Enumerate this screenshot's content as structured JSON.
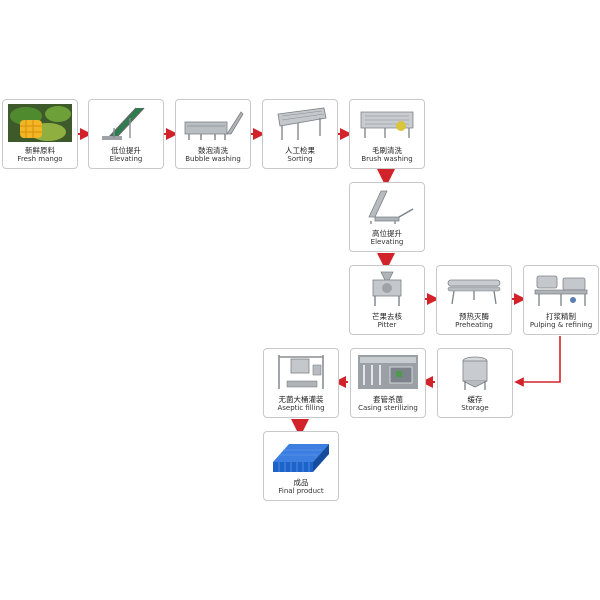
{
  "colors": {
    "arrow": "#d2232a",
    "box_border": "#c9c9c9",
    "machine": "#9ea3a8",
    "mango": "#f0b429",
    "leaf": "#2e6b2f",
    "blue_drum": "#1e63c9"
  },
  "steps": [
    {
      "id": "fresh-mango",
      "zh": "新鲜原料",
      "en": "Fresh mango",
      "icon": "mango-photo"
    },
    {
      "id": "elevating-low",
      "zh": "低位提升",
      "en": "Elevating",
      "icon": "conveyor-icon"
    },
    {
      "id": "bubble-washing",
      "zh": "鼓泡清洗",
      "en": "Bubble washing",
      "icon": "washer-icon"
    },
    {
      "id": "sorting",
      "zh": "人工检果",
      "en": "Sorting",
      "icon": "sorting-table-icon"
    },
    {
      "id": "brush-washing",
      "zh": "毛刷清洗",
      "en": "Brush washing",
      "icon": "brush-washer-icon"
    },
    {
      "id": "elevating-high",
      "zh": "高位提升",
      "en": "Elevating",
      "icon": "conveyor-icon"
    },
    {
      "id": "pitter",
      "zh": "芒果去核",
      "en": "Pitter",
      "icon": "pitter-icon"
    },
    {
      "id": "preheating",
      "zh": "预热灭酶",
      "en": "Preheating",
      "icon": "tube-heater-icon"
    },
    {
      "id": "pulping-refining",
      "zh": "打浆精制",
      "en": "Pulping & refining",
      "icon": "pulper-icon"
    },
    {
      "id": "storage",
      "zh": "缓存",
      "en": "Storage",
      "icon": "tank-icon"
    },
    {
      "id": "casing-sterilizing",
      "zh": "套管杀菌",
      "en": "Casing sterilizing",
      "icon": "sterilizer-icon"
    },
    {
      "id": "aseptic-filling",
      "zh": "无菌大桶灌装",
      "en": "Aseptic filling",
      "icon": "filler-icon"
    },
    {
      "id": "final-product",
      "zh": "成品",
      "en": "Final product",
      "icon": "blue-drums-icon"
    }
  ],
  "flow": [
    [
      "fresh-mango",
      "elevating-low"
    ],
    [
      "elevating-low",
      "bubble-washing"
    ],
    [
      "bubble-washing",
      "sorting"
    ],
    [
      "sorting",
      "brush-washing"
    ],
    [
      "brush-washing",
      "elevating-high"
    ],
    [
      "elevating-high",
      "pitter"
    ],
    [
      "pitter",
      "preheating"
    ],
    [
      "preheating",
      "pulping-refining"
    ],
    [
      "pulping-refining",
      "storage"
    ],
    [
      "storage",
      "casing-sterilizing"
    ],
    [
      "casing-sterilizing",
      "aseptic-filling"
    ],
    [
      "aseptic-filling",
      "final-product"
    ]
  ]
}
